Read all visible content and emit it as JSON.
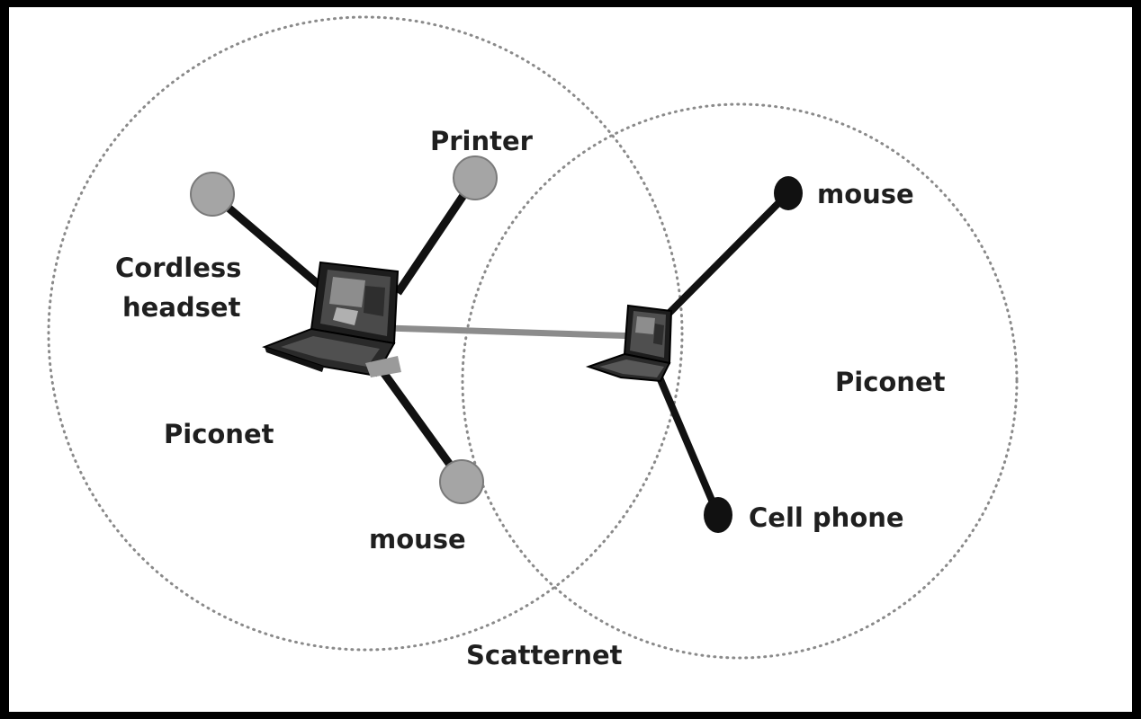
{
  "labels": {
    "printer": "Printer",
    "cordless_line1": "Cordless",
    "cordless_line2": "headset",
    "piconet_left": "Piconet",
    "mouse_left": "mouse",
    "mouse_right": "mouse",
    "piconet_right": "Piconet",
    "cell_phone": "Cell phone",
    "scatternet": "Scatternet"
  },
  "colors": {
    "background": "#ffffff",
    "frame": "#000000",
    "dotted_circle": "#8a8a8a",
    "link_line": "#111111",
    "bridge_line": "#8c8c8c",
    "slave_gray": "#a5a5a5",
    "slave_black": "#111111"
  },
  "icons": {
    "master_left": "laptop-icon",
    "master_right": "laptop-icon"
  }
}
